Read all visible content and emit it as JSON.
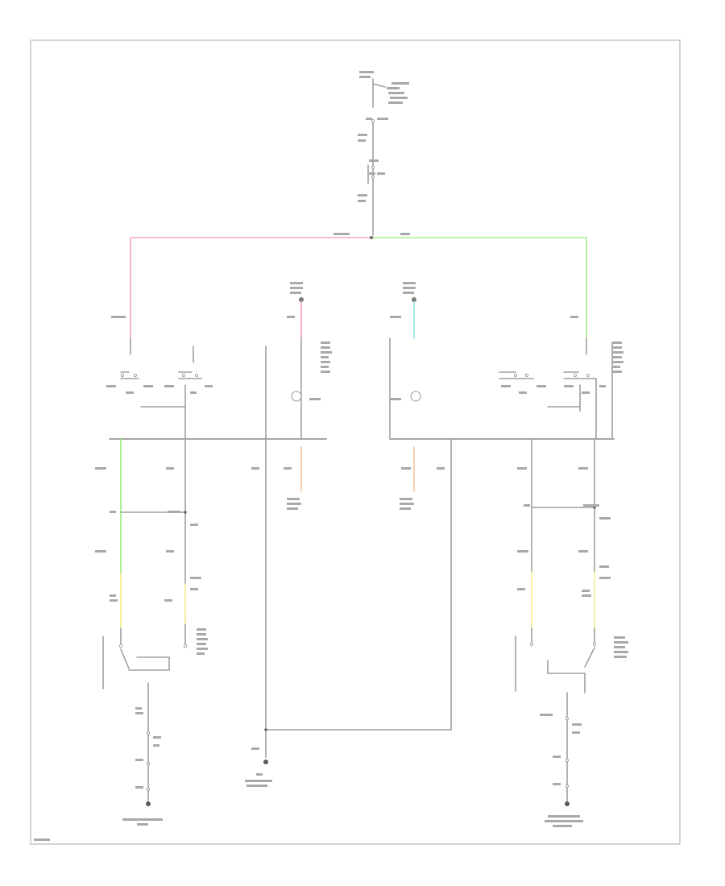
{
  "diagram": {
    "colors": {
      "power_feed_red": "#f7a7b6",
      "power_feed_green": "#a8ef8c",
      "pink": "#f29bb0",
      "cyan": "#8fe3ee",
      "orange": "#f2c79c",
      "yellow": "#f2ef86",
      "green": "#9aec7f",
      "wire_gray": "#a0a0a0"
    },
    "components": [
      "left-seat-heater-switch",
      "right-seat-heater-switch",
      "left-heater-element",
      "right-heater-element",
      "ground-left",
      "ground-center",
      "ground-right"
    ]
  }
}
